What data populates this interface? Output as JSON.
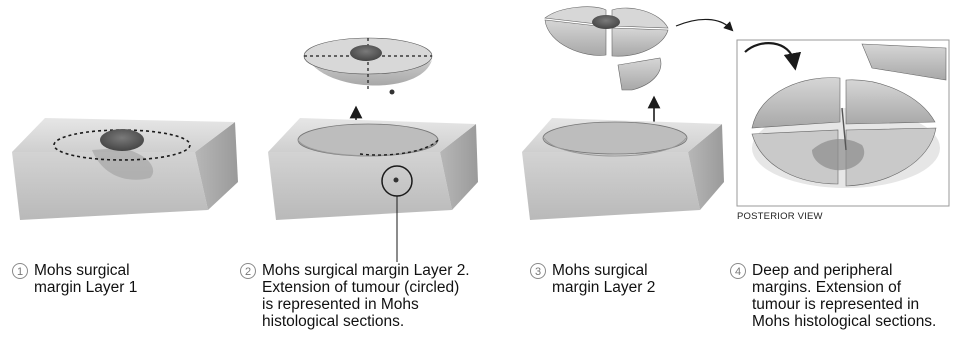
{
  "steps": [
    {
      "number": "1",
      "lines": [
        "Mohs surgical",
        "margin Layer 1"
      ]
    },
    {
      "number": "2",
      "lines": [
        "Mohs surgical margin Layer 2.",
        "Extension of tumour (circled)",
        "is represented in Mohs",
        "histological sections."
      ]
    },
    {
      "number": "3",
      "lines": [
        "Mohs surgical",
        "margin Layer 2"
      ]
    },
    {
      "number": "4",
      "lines": [
        "Deep and peripheral",
        "margins. Extension of",
        "tumour is represented in",
        "Mohs histological sections."
      ]
    }
  ],
  "posterior_label": "POSTERIOR VIEW",
  "colors": {
    "tissue_top": "#d9d9d9",
    "tissue_front": "#c4c4c4",
    "tissue_side": "#a9a9a9",
    "tumour": "#5e5e5e",
    "tumour_spread": "#8c8c8c",
    "outline": "#1a1a1a"
  }
}
